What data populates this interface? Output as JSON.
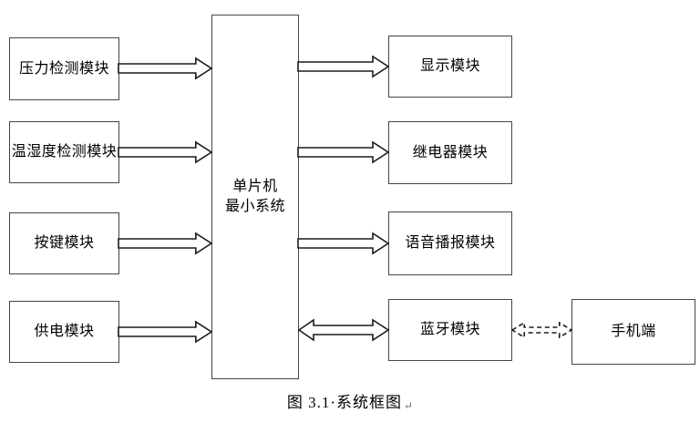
{
  "diagram": {
    "caption": "图 3.1·系统框图",
    "paragraph_mark": "↵",
    "center_node": {
      "line1": "单片机",
      "line2": "最小系统"
    },
    "left_nodes": [
      {
        "label": "压力检测模块"
      },
      {
        "label": "温湿度检测模块"
      },
      {
        "label": "按键模块"
      },
      {
        "label": "供电模块"
      }
    ],
    "right_nodes": [
      {
        "label": "显示模块"
      },
      {
        "label": "继电器模块"
      },
      {
        "label": "语音播报模块"
      },
      {
        "label": "蓝牙模块"
      }
    ],
    "external_node": {
      "label": "手机端"
    },
    "connections": [
      {
        "from": "压力检测模块",
        "to": "单片机最小系统",
        "direction": "single",
        "style": "solid"
      },
      {
        "from": "温湿度检测模块",
        "to": "单片机最小系统",
        "direction": "single",
        "style": "solid"
      },
      {
        "from": "按键模块",
        "to": "单片机最小系统",
        "direction": "single",
        "style": "solid"
      },
      {
        "from": "供电模块",
        "to": "单片机最小系统",
        "direction": "single",
        "style": "solid"
      },
      {
        "from": "单片机最小系统",
        "to": "显示模块",
        "direction": "single",
        "style": "solid"
      },
      {
        "from": "单片机最小系统",
        "to": "继电器模块",
        "direction": "single",
        "style": "solid"
      },
      {
        "from": "单片机最小系统",
        "to": "语音播报模块",
        "direction": "single",
        "style": "solid"
      },
      {
        "from": "单片机最小系统",
        "to": "蓝牙模块",
        "direction": "double",
        "style": "solid"
      },
      {
        "from": "蓝牙模块",
        "to": "手机端",
        "direction": "double",
        "style": "dashed"
      }
    ],
    "colors": {
      "background": "#ffffff",
      "box_border": "#454545",
      "arrow_stroke": "#1c1c1c",
      "text": "#000000",
      "paragraph_mark_color": "#707070"
    }
  }
}
